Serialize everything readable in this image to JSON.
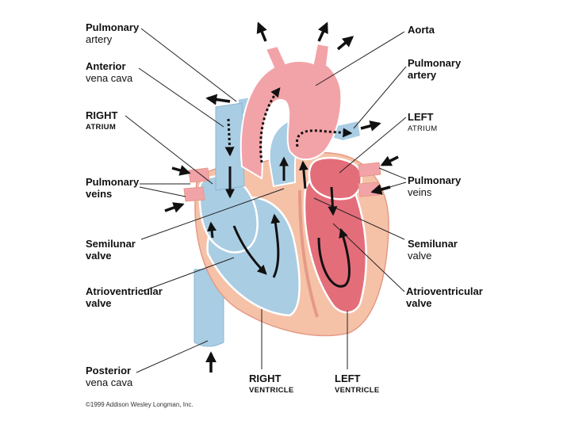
{
  "labels": {
    "pulmonary_artery_left": {
      "line1": "Pulmonary",
      "line2": "artery"
    },
    "anterior_vena_cava": {
      "line1": "Anterior",
      "line2": "vena cava"
    },
    "right_atrium": {
      "line1": "RIGHT",
      "line2": "ATRIUM"
    },
    "pulmonary_veins_left": {
      "line1": "Pulmonary",
      "line2": "veins"
    },
    "semilunar_valve_left": {
      "line1": "Semilunar",
      "line2": "valve"
    },
    "av_valve_left": {
      "line1": "Atrioventricular",
      "line2": "valve"
    },
    "posterior_vena_cava": {
      "line1": "Posterior",
      "line2": "vena cava"
    },
    "right_ventricle": {
      "line1": "RIGHT",
      "line2": "VENTRICLE"
    },
    "left_ventricle": {
      "line1": "LEFT",
      "line2": "VENTRICLE"
    },
    "aorta": {
      "line1": "Aorta"
    },
    "pulmonary_artery_right": {
      "line1": "Pulmonary",
      "line2": "artery"
    },
    "left_atrium": {
      "line1": "LEFT",
      "line2": "ATRIUM"
    },
    "pulmonary_veins_right": {
      "line1": "Pulmonary",
      "line2": "veins"
    },
    "semilunar_valve_right": {
      "line1": "Semilunar",
      "line2": "valve"
    },
    "av_valve_right": {
      "line1": "Atrioventricular",
      "line2": "valve"
    }
  },
  "copyright": "©1999 Addison Wesley Longman, Inc.",
  "colors": {
    "oxygenated": "#f2a3a8",
    "oxygenated_dark": "#e46d7a",
    "deoxygenated": "#a9cde3",
    "deoxygenated_dark": "#7fb0d2",
    "muscle": "#f5c2a8",
    "outline": "#ffffff",
    "arrow": "#111111"
  }
}
